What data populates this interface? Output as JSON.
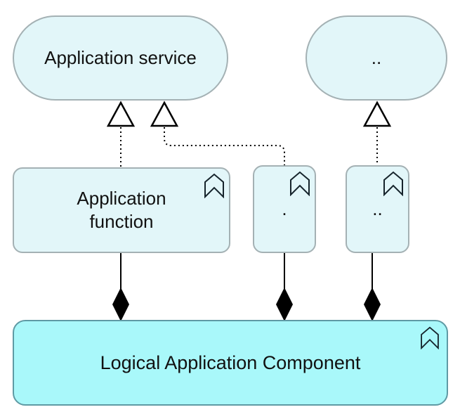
{
  "diagram": {
    "kind": "archimate-style concept diagram",
    "nodes": {
      "application_service": {
        "label": "Application service",
        "shape": "stadium"
      },
      "service_ellipsis": {
        "label": "..",
        "shape": "stadium"
      },
      "application_function": {
        "label": "Application function",
        "shape": "rounded-box",
        "icon": "chevron-icon"
      },
      "function_dot": {
        "label": ".",
        "shape": "rounded-box",
        "icon": "chevron-icon"
      },
      "function_dots": {
        "label": "..",
        "shape": "rounded-box",
        "icon": "chevron-icon"
      },
      "logical_application_component": {
        "label": "Logical Application Component",
        "shape": "rounded-box",
        "icon": "chevron-icon"
      }
    },
    "relationships": [
      {
        "from": "application_function",
        "to": "application_service",
        "style": "dotted-line-hollow-triangle",
        "meaning": "realization"
      },
      {
        "from": "function_dot",
        "to": "application_service",
        "style": "dotted-line-hollow-triangle",
        "meaning": "realization"
      },
      {
        "from": "function_dots",
        "to": "service_ellipsis",
        "style": "dotted-line-hollow-triangle",
        "meaning": "realization"
      },
      {
        "from": "logical_application_component",
        "to": "application_function",
        "style": "solid-line-filled-diamond",
        "meaning": "composition"
      },
      {
        "from": "logical_application_component",
        "to": "function_dot",
        "style": "solid-line-filled-diamond",
        "meaning": "composition"
      },
      {
        "from": "logical_application_component",
        "to": "function_dots",
        "style": "solid-line-filled-diamond",
        "meaning": "composition"
      }
    ],
    "colors": {
      "node_fill_light": "#e2f6f9",
      "node_border_light": "#a4b1b4",
      "component_fill": "#a9f8fa",
      "component_border": "#5f9aa4",
      "line": "#000000",
      "text": "#111111",
      "background": "#ffffff"
    }
  }
}
